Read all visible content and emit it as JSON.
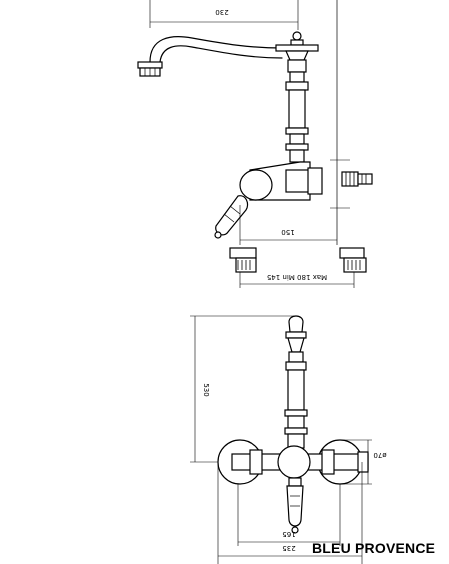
{
  "brand": "BLEU PROVENCE",
  "side_view": {
    "dim_spout_reach": "230",
    "dim_body_width": "150",
    "dim_connection": "Max 180 Min 145"
  },
  "front_view": {
    "dim_height": "530",
    "dim_rosette_dia": "ø70",
    "dim_inner_width": "165",
    "dim_outer_width": "235"
  }
}
